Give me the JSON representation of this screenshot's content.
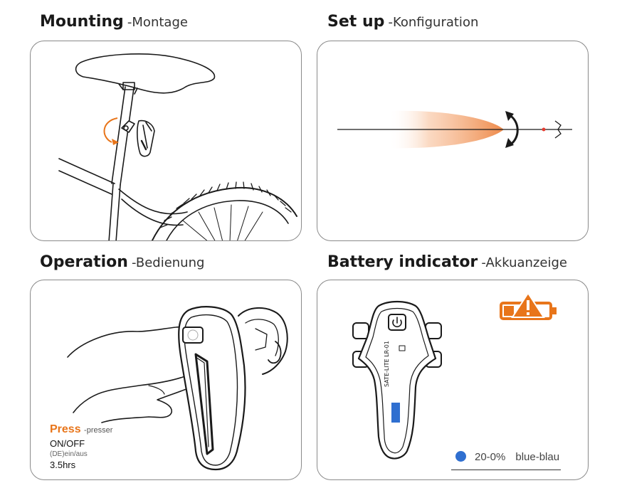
{
  "panels": {
    "mounting": {
      "title": "Mounting",
      "subtitle": "-Montage"
    },
    "setup": {
      "title": "Set up",
      "subtitle": "-Konfiguration"
    },
    "operation": {
      "title": "Operation",
      "subtitle": "-Bedienung",
      "press_label": "Press",
      "press_sub": "-presser",
      "onoff": "ON/OFF",
      "de_note": "(DE)ein/aus",
      "runtime": "3.5hrs"
    },
    "battery": {
      "title": "Battery indicator",
      "subtitle": "-Akkuanzeige",
      "device_label": "SATE-LITE  LR-01",
      "legend_range": "20-0%",
      "legend_color": "blue-blau"
    }
  },
  "colors": {
    "accent_orange": "#e8751a",
    "indicator_blue": "#2f6fd0",
    "outline": "#1a1a1a"
  },
  "icons": [
    "rotate-arrow-icon",
    "light-beam-icon",
    "tilt-arrows-icon",
    "power-icon",
    "battery-warning-icon"
  ]
}
